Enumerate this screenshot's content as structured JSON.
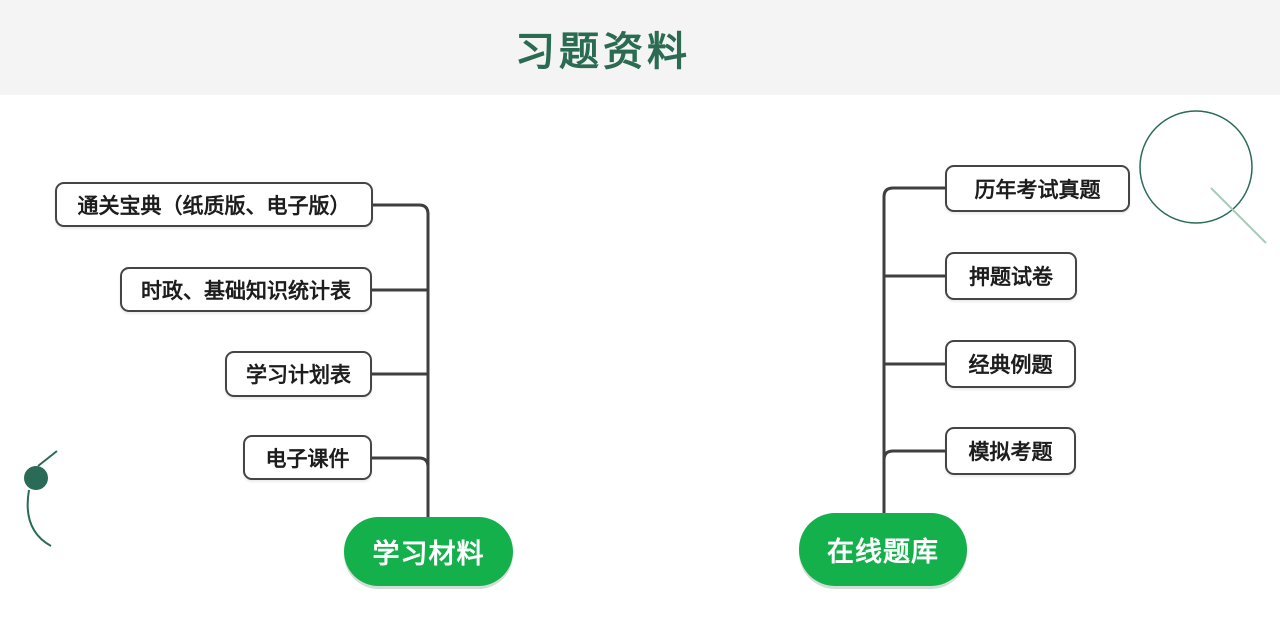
{
  "header": {
    "title": "习题资料"
  },
  "mindmap": {
    "branches": [
      {
        "root": "学习材料",
        "children": [
          "通关宝典（纸质版、电子版）",
          "时政、基础知识统计表",
          "学习计划表",
          "电子课件"
        ]
      },
      {
        "root": "在线题库",
        "children": [
          "历年考试真题",
          "押题试卷",
          "经典例题",
          "模拟考题"
        ]
      }
    ]
  },
  "colors": {
    "title_green": "#2a6b52",
    "node_green": "#14b04c",
    "box_border": "#454545",
    "connector": "#3f3f3f",
    "decor_teal": "#2a6b57",
    "decor_light_line": "#a9cbba",
    "header_band": "#f4f4f5"
  }
}
